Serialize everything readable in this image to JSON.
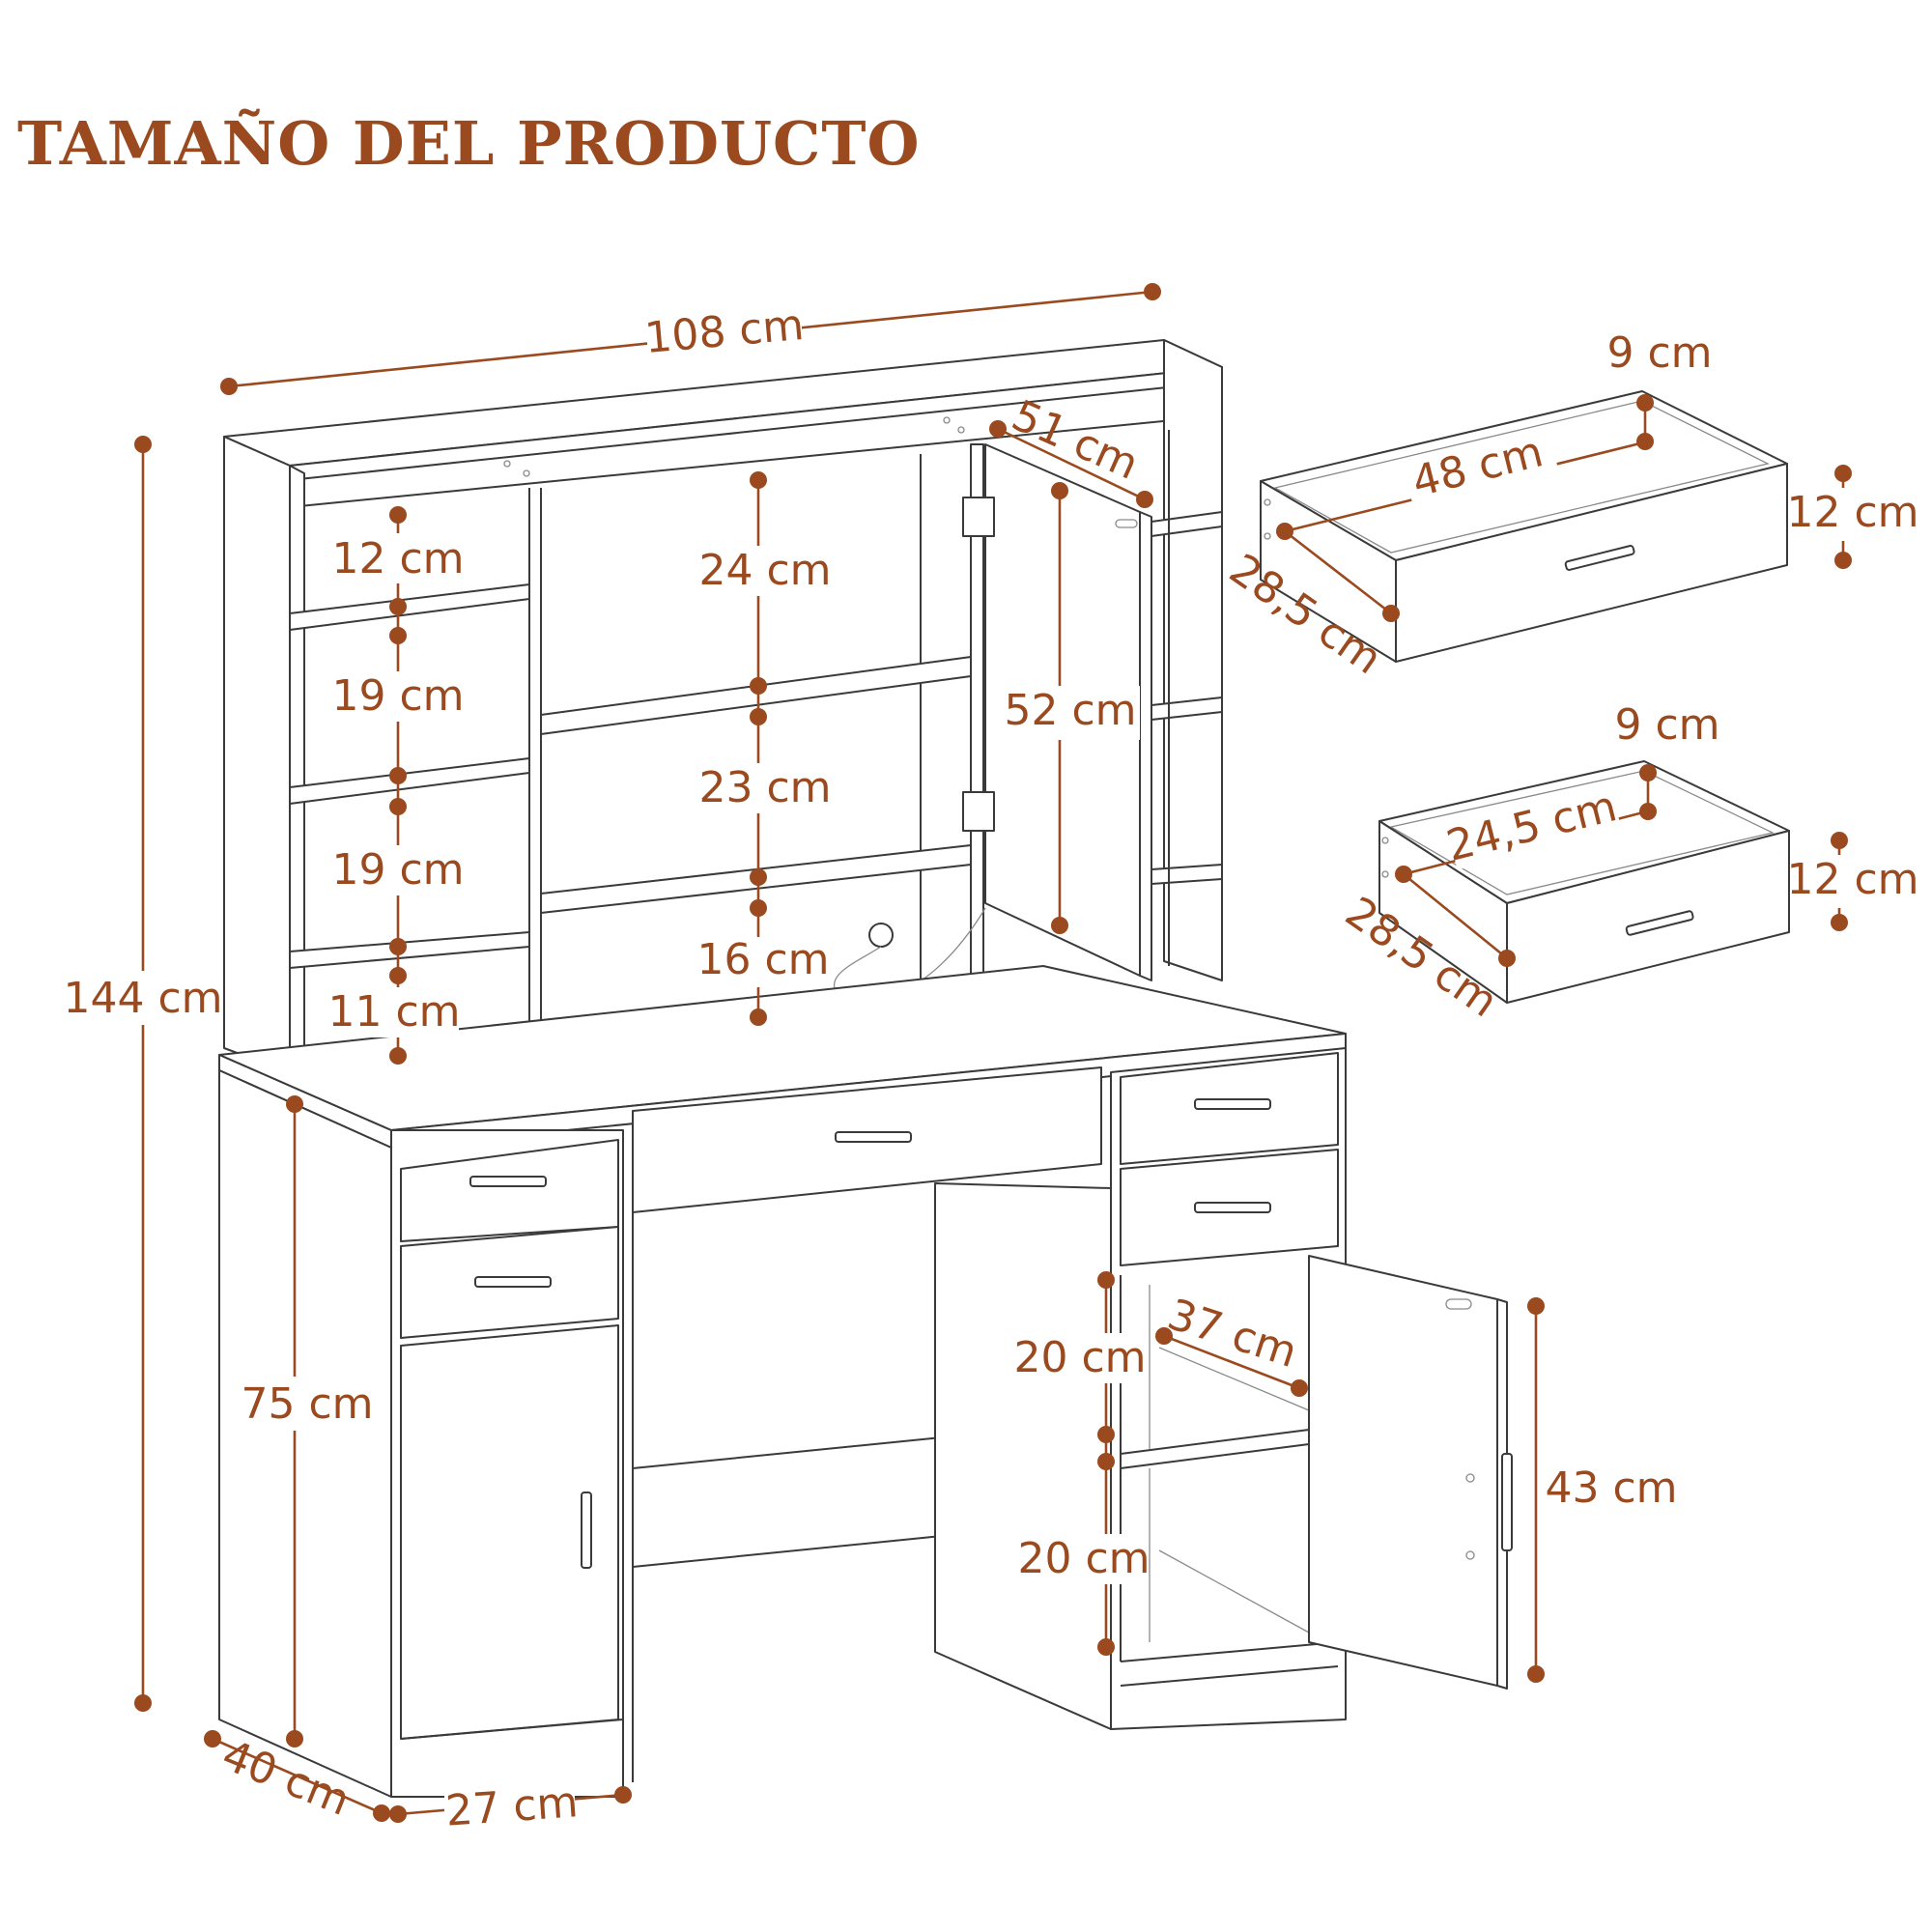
{
  "title": "TAMAÑO DEL PRODUCTO",
  "colors": {
    "accent": "#9a4a1e",
    "line": "#3a3a3a"
  },
  "dimensions": {
    "overall_width": "108 cm",
    "overall_height": "144 cm",
    "desk_height": "75 cm",
    "depth": "40 cm",
    "side_cabinet_width": "27 cm",
    "hutch_depth": "51 cm",
    "left_shelf_1": "12 cm",
    "left_shelf_2": "19 cm",
    "left_shelf_3": "19 cm",
    "left_shelf_4": "11 cm",
    "center_shelf_1": "24 cm",
    "center_shelf_2": "23 cm",
    "center_shelf_3": "16 cm",
    "mirror_door_height": "52 cm",
    "cabinet_interior_depth": "37 cm",
    "cabinet_shelf_1": "20 cm",
    "cabinet_shelf_2": "20 cm",
    "cabinet_door_height": "43 cm"
  },
  "drawer_large": {
    "inner_height": "9 cm",
    "width": "48 cm",
    "height": "12 cm",
    "depth": "28,5 cm"
  },
  "drawer_small": {
    "inner_height": "9 cm",
    "width": "24,5 cm",
    "height": "12 cm",
    "depth": "28,5 cm"
  }
}
